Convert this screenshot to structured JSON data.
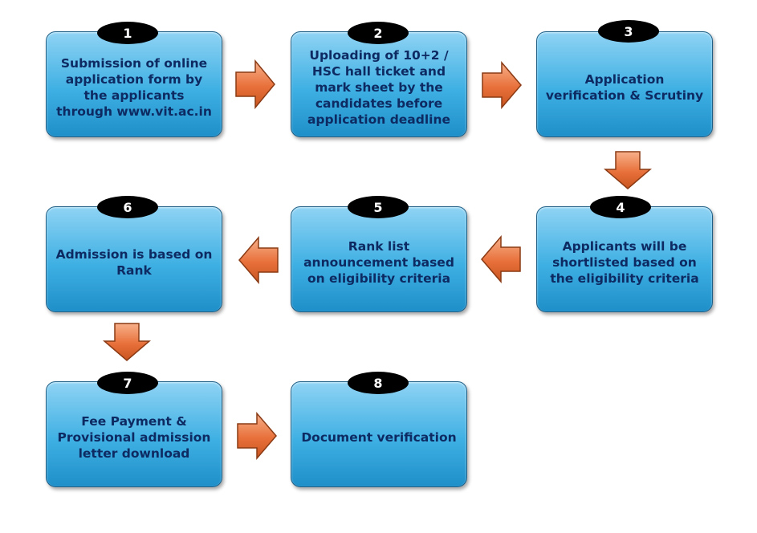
{
  "steps": [
    {
      "number": "1",
      "text": "Submission of online application form by the applicants through www.vit.ac.in"
    },
    {
      "number": "2",
      "text": "Uploading of 10+2 / HSC hall ticket and mark sheet by the candidates before application deadline"
    },
    {
      "number": "3",
      "text": "Application verification & Scrutiny"
    },
    {
      "number": "4",
      "text": "Applicants will be shortlisted based on the eligibility criteria"
    },
    {
      "number": "5",
      "text": "Rank list announcement based on eligibility criteria"
    },
    {
      "number": "6",
      "text": "Admission is based on Rank"
    },
    {
      "number": "7",
      "text": "Fee Payment & Provisional admission letter download"
    },
    {
      "number": "8",
      "text": "Document verification"
    }
  ],
  "colors": {
    "box_fill": "#3fb0e3",
    "box_text": "#0d2a62",
    "badge": "#000000",
    "arrow": "#e8703a"
  },
  "arrows": [
    {
      "from": "1",
      "to": "2",
      "direction": "right"
    },
    {
      "from": "2",
      "to": "3",
      "direction": "right"
    },
    {
      "from": "3",
      "to": "4",
      "direction": "down"
    },
    {
      "from": "4",
      "to": "5",
      "direction": "left"
    },
    {
      "from": "5",
      "to": "6",
      "direction": "left"
    },
    {
      "from": "6",
      "to": "7",
      "direction": "down"
    },
    {
      "from": "7",
      "to": "8",
      "direction": "right"
    }
  ]
}
